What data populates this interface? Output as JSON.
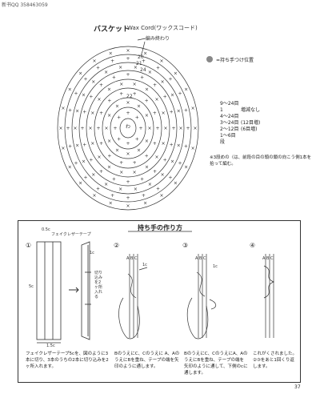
{
  "watermark": "新书QQ 358463059",
  "chart": {
    "title": "バスケット",
    "subtitle": "Wax Cord(ワックスコード)",
    "end_label": "編み終わり",
    "legend_text": "=持ち手つけ位置",
    "row_list": [
      {
        "row": "9～24目",
        "note": ""
      },
      {
        "row": "1",
        "note": "増減なし"
      },
      {
        "row": "4～24目",
        "note": ""
      },
      {
        "row": "3～24目",
        "note": "(12目増)"
      },
      {
        "row": "2～12目",
        "note": "(6目増)"
      },
      {
        "row": "1～6目",
        "note": ""
      },
      {
        "row": "段",
        "note": ""
      }
    ],
    "note": "※3段めの〈は、前段の目の頭の鎖の向こう側1本を拾って編む。",
    "center_label": "わ",
    "row_numbers": [
      "20",
      "21",
      "24",
      "22"
    ]
  },
  "handle": {
    "section_title": "持ち手の作り方",
    "steps": [
      {
        "num": "①",
        "labels": [
          "0.5c",
          "フェイクレザーテープ",
          "5c",
          "1c",
          "1.5c",
          "切り込みを2ヶ所入れる"
        ],
        "caption": "フェイクレザーテープ5cを、図のように3本に切り、3本のうちの2本に切り込みを2ヶ所入れます。"
      },
      {
        "num": "②",
        "labels": [
          "A",
          "B",
          "C",
          "1c"
        ],
        "caption": "BのうえにC、Cのうえに A、AのうえにBを重ね、テープの端を矢印のように通します。"
      },
      {
        "num": "③",
        "labels": [
          "A",
          "B",
          "C",
          "1c"
        ],
        "caption": "BのうえにC、CのうえにA、AのうえにBを重ね、テープの端を矢印のように通して、下側のcに通します。"
      },
      {
        "num": "④",
        "labels": [
          "A",
          "B",
          "C"
        ],
        "caption": "これがくされました。②③をあと1回くり返します。"
      }
    ]
  },
  "page_number": "37"
}
